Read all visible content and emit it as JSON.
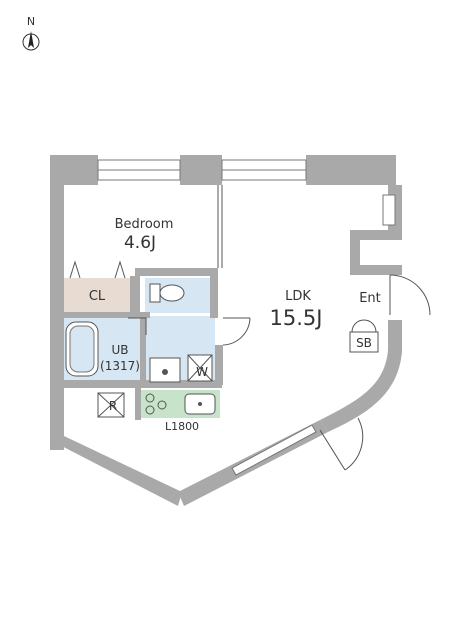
{
  "compass": {
    "label": "N"
  },
  "rooms": {
    "bedroom": {
      "name": "Bedroom",
      "size": "4.6J"
    },
    "ldk": {
      "name": "LDK",
      "size": "15.5J"
    },
    "closet": {
      "name": "CL"
    },
    "bath": {
      "name": "UB",
      "size": "(1317)"
    },
    "entrance": {
      "name": "Ent"
    },
    "shoe_box": {
      "name": "SB"
    },
    "refrigerator": {
      "name": "R"
    },
    "washer": {
      "name": "W"
    },
    "kitchen": {
      "name": "L1800"
    }
  },
  "colors": {
    "wall": "#a9a9a9",
    "closet_fill": "#e8dcd2",
    "wet_area_fill": "#d6e6f2",
    "kitchen_fill": "#c7e3c9",
    "line": "#555555"
  }
}
